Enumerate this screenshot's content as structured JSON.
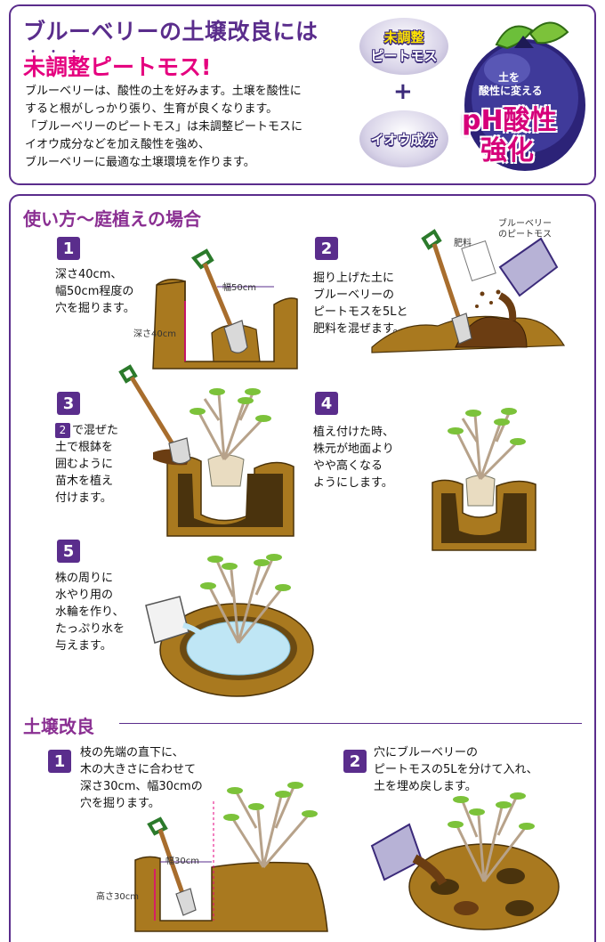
{
  "header": {
    "headline_line1": "ブルーベリーの土壌改良には",
    "headline_line2": "未調整ピートモス!",
    "emphasis_dots": "・・・",
    "intro_lines": [
      "ブルーベリーは、酸性の土を好みます。土壌を酸性に",
      "すると根がしっかり張り、生育が良くなります。",
      "「ブルーベリーのピートモス」は未調整ピートモスに",
      "イオウ成分などを加え酸性を強め、",
      "ブルーベリーに最適な土壌環境を作ります。"
    ],
    "ingredient1_line1": "未調整",
    "ingredient1_line2": "ピートモス",
    "plus": "+",
    "ingredient2": "イオウ成分",
    "badge_line1": "土を",
    "badge_line2": "酸性に変える",
    "badge_line3": "pH酸性",
    "badge_line4": "強化"
  },
  "section1": {
    "title": "使い方〜庭植えの場合",
    "steps": [
      {
        "number": "1",
        "lines": [
          "深さ40cm、",
          "幅50cm程度の",
          "穴を掘ります。"
        ],
        "label_width": "幅50cm",
        "label_depth": "深さ40cm"
      },
      {
        "number": "2",
        "lines": [
          "掘り上げた土に",
          "ブルーベリーの",
          "ピートモスを5Lと",
          "肥料を混ぜます。"
        ],
        "label_fertilizer": "肥料",
        "label_product_line1": "ブルーベリー",
        "label_product_line2": "のピートモス"
      },
      {
        "number": "3",
        "ref": "2",
        "lines": [
          "で混ぜた",
          "土で根鉢を",
          "囲むように",
          "苗木を植え",
          "付けます。"
        ]
      },
      {
        "number": "4",
        "lines": [
          "植え付けた時、",
          "株元が地面より",
          "やや高くなる",
          "ようにします。"
        ]
      },
      {
        "number": "5",
        "lines": [
          "株の周りに",
          "水やり用の",
          "水輪を作り、",
          "たっぷり水を",
          "与えます。"
        ]
      }
    ]
  },
  "section2": {
    "title": "土壌改良",
    "steps": [
      {
        "number": "1",
        "lines": [
          "枝の先端の直下に、",
          "木の大きさに合わせて",
          "深さ30cm、幅30cmの",
          "穴を掘ります。"
        ],
        "label_width": "幅30cm",
        "label_height": "高さ30cm"
      },
      {
        "number": "2",
        "lines": [
          "穴にブルーベリーの",
          "ピートモスの5Lを分けて入れ、",
          "土を埋め戻します。"
        ]
      }
    ]
  },
  "colors": {
    "brand_purple": "#5a2d8c",
    "accent_pink": "#e5007f",
    "soil": "#a9791f",
    "soil_dark": "#6b4a12",
    "peat": "#6b3d12",
    "leaf": "#7cc23a",
    "water": "#bfe6f5"
  },
  "icons": [
    "shovel-icon",
    "seedling-icon",
    "watering-bucket-icon",
    "peat-bag-icon"
  ]
}
